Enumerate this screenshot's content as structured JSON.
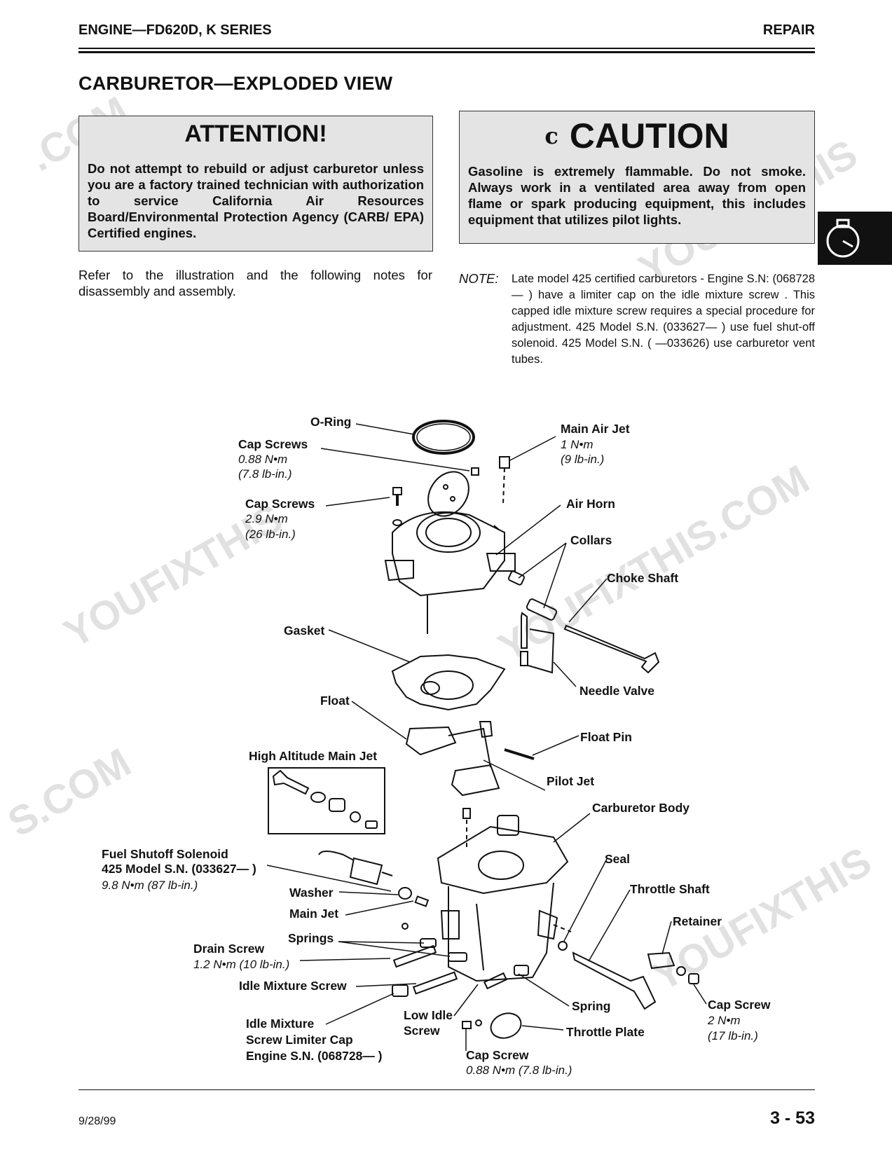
{
  "header": {
    "left": "ENGINE—FD620D, K SERIES",
    "right": "REPAIR"
  },
  "title": "CARBURETOR—EXPLODED VIEW",
  "attention": {
    "heading": "ATTENTION!",
    "body": "Do not attempt to rebuild or adjust carburetor unless you are a factory trained technician with authorization to service California Air Resources Board/Environmental Protection Agency (CARB/ EPA) Certified engines."
  },
  "caution": {
    "symbol": "c",
    "heading": "CAUTION",
    "body": "Gasoline is extremely flammable. Do not smoke. Always work in a ventilated area away from open flame or spark producing equipment, this includes equipment that utilizes pilot lights."
  },
  "intro": "Refer to the illustration and the following notes for disassembly and assembly.",
  "note": {
    "label": "NOTE:",
    "text": "Late model 425 certified carburetors - Engine S.N: (068728— ) have a limiter cap on the idle mixture screw . This capped idle mixture screw requires a special procedure for adjustment. 425 Model S.N. (033627— ) use fuel shut-off solenoid. 425 Model S.N. ( —033626) use carburetor vent tubes."
  },
  "labels": {
    "o_ring": "O-Ring",
    "cap_screws_1": "Cap Screws",
    "cap_screws_1_t1": "0.88 N•m",
    "cap_screws_1_t2": "(7.8 lb-in.)",
    "main_air_jet": "Main Air Jet",
    "main_air_jet_t1": "1 N•m",
    "main_air_jet_t2": "(9 lb-in.)",
    "cap_screws_2": "Cap Screws",
    "cap_screws_2_t1": "2.9 N•m",
    "cap_screws_2_t2": "(26 lb-in.)",
    "air_horn": "Air Horn",
    "collars": "Collars",
    "choke_shaft": "Choke Shaft",
    "gasket": "Gasket",
    "needle_valve": "Needle Valve",
    "float": "Float",
    "float_pin": "Float Pin",
    "high_alt_main_jet": "High Altitude Main Jet",
    "pilot_jet": "Pilot Jet",
    "carburetor_body": "Carburetor Body",
    "fuel_shutoff_1": "Fuel Shutoff Solenoid",
    "fuel_shutoff_2": "425 Model S.N. (033627— )",
    "fuel_shutoff_t": "9.8 N•m (87 lb-in.)",
    "seal": "Seal",
    "washer": "Washer",
    "throttle_shaft": "Throttle Shaft",
    "main_jet": "Main Jet",
    "retainer": "Retainer",
    "springs": "Springs",
    "drain_screw": "Drain Screw",
    "drain_screw_t": "1.2 N•m (10 lb-in.)",
    "idle_mixture_screw": "Idle Mixture Screw",
    "low_idle_1": "Low Idle",
    "low_idle_2": "Screw",
    "spring": "Spring",
    "cap_screw_r": "Cap Screw",
    "cap_screw_r_t1": "2 N•m",
    "cap_screw_r_t2": "(17 lb-in.)",
    "limiter_1": "Idle Mixture",
    "limiter_2": "Screw Limiter Cap",
    "limiter_3": "Engine S.N. (068728— )",
    "throttle_plate": "Throttle Plate",
    "cap_screw_b": "Cap Screw",
    "cap_screw_b_t": "0.88 N•m (7.8 lb-in.)"
  },
  "watermark": [
    ".COM",
    "S.COM",
    "YOUFIXTHIS",
    "YOUFIXTHIS.COM"
  ],
  "footer": {
    "date": "9/28/99",
    "page": "3 - 53"
  }
}
